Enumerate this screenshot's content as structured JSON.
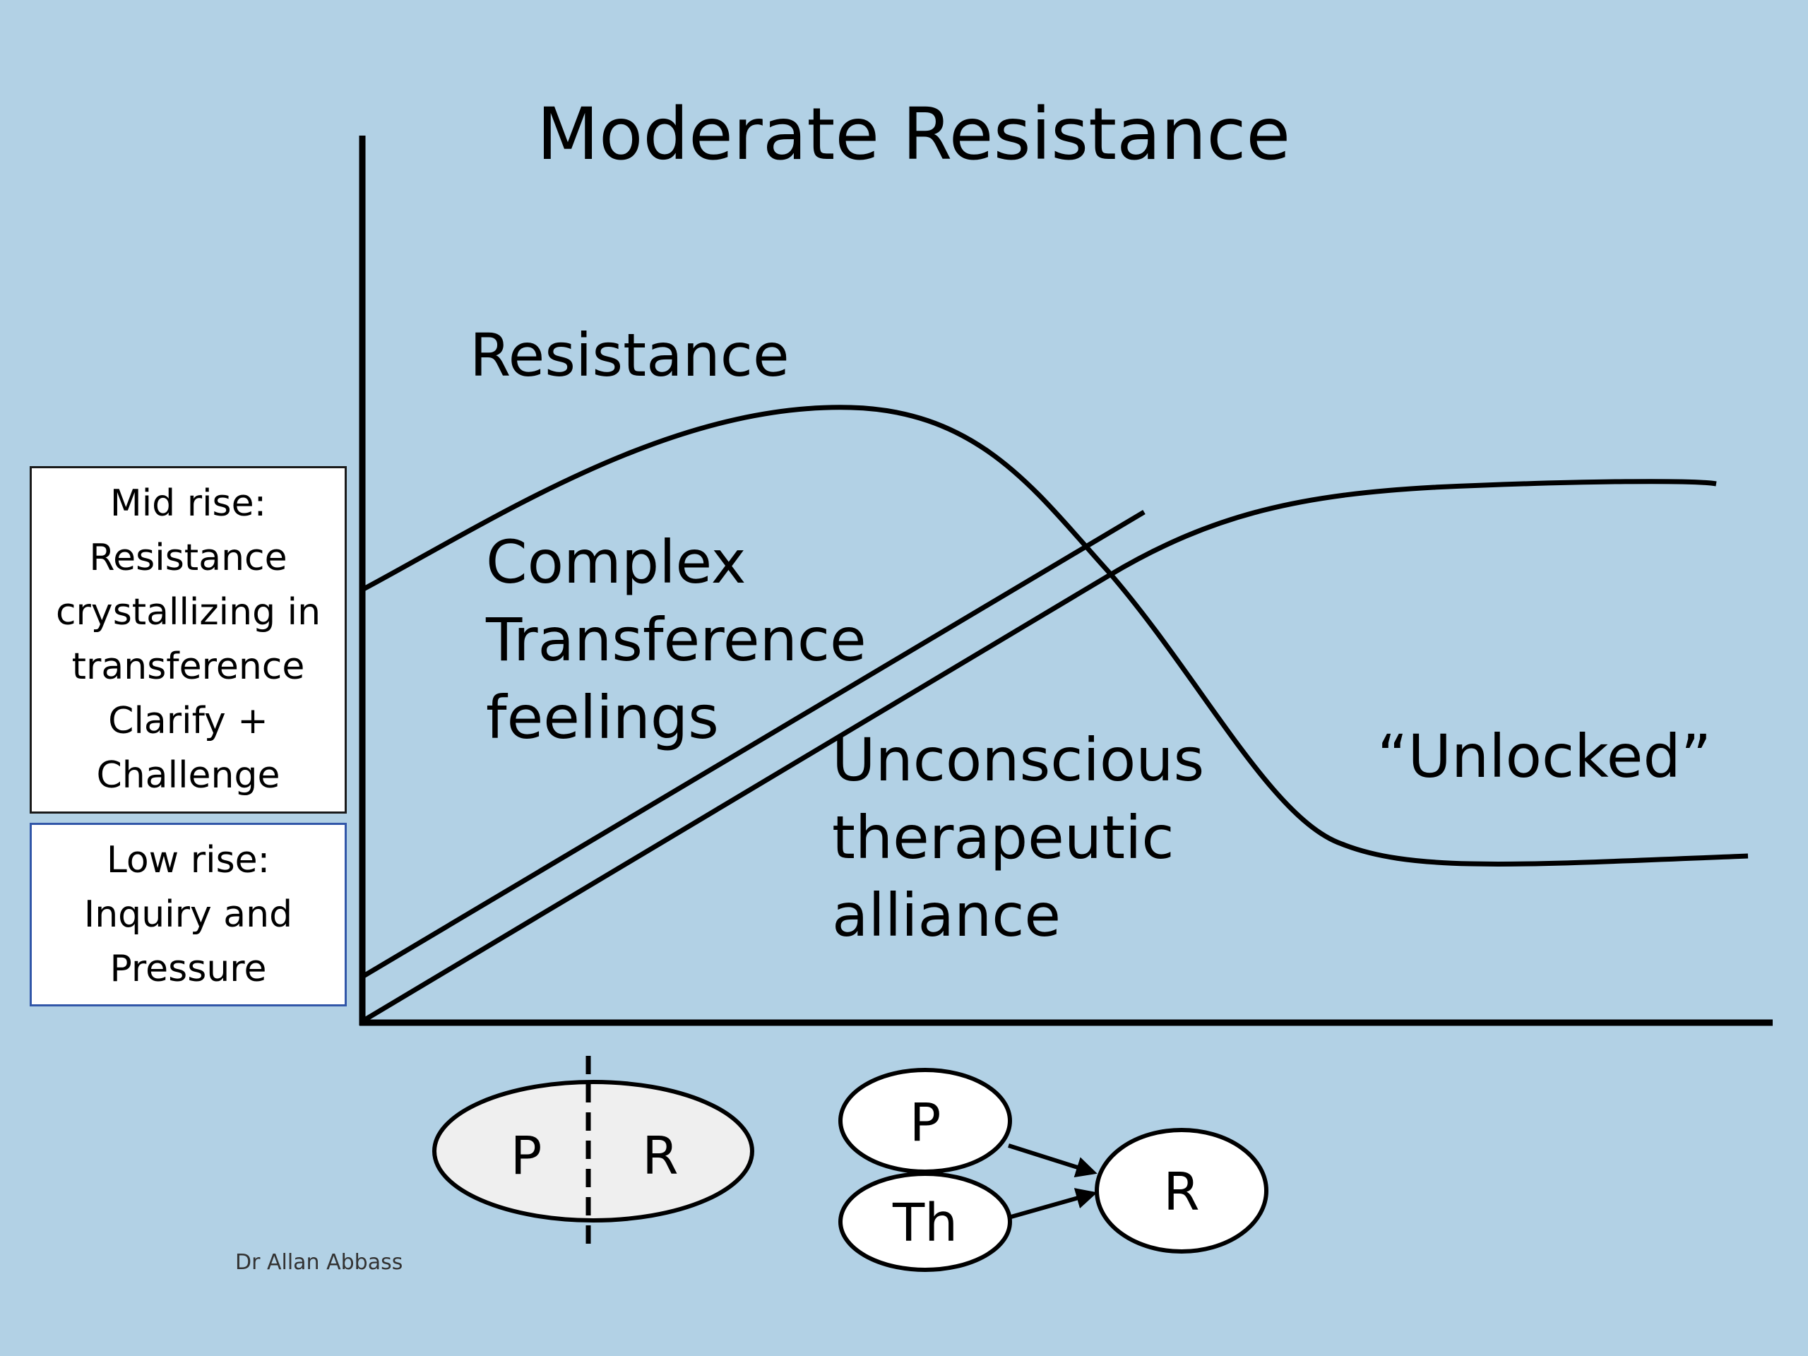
{
  "title": "Moderate Resistance",
  "labels": {
    "resistance": "Resistance",
    "complex": [
      "Complex",
      "Transference",
      "feelings"
    ],
    "unconscious": [
      "Unconscious",
      "therapeutic",
      "alliance"
    ],
    "unlocked": "“Unlocked”"
  },
  "boxes": {
    "mid_rise": [
      "Mid rise:",
      "Resistance",
      "crystallizing in",
      "transference",
      "Clarify +",
      "Challenge"
    ],
    "low_rise": [
      "Low rise:",
      "Inquiry and",
      "Pressure"
    ]
  },
  "diagram_left": {
    "left_letter": "P",
    "right_letter": "R"
  },
  "diagram_right": {
    "top": "P",
    "bottom": "Th",
    "target": "R"
  },
  "credit": "Dr Allan Abbass",
  "colors": {
    "background": "#b2d1e5",
    "ellipse_fill": "#efefef",
    "low_box_border": "#3156a8"
  }
}
